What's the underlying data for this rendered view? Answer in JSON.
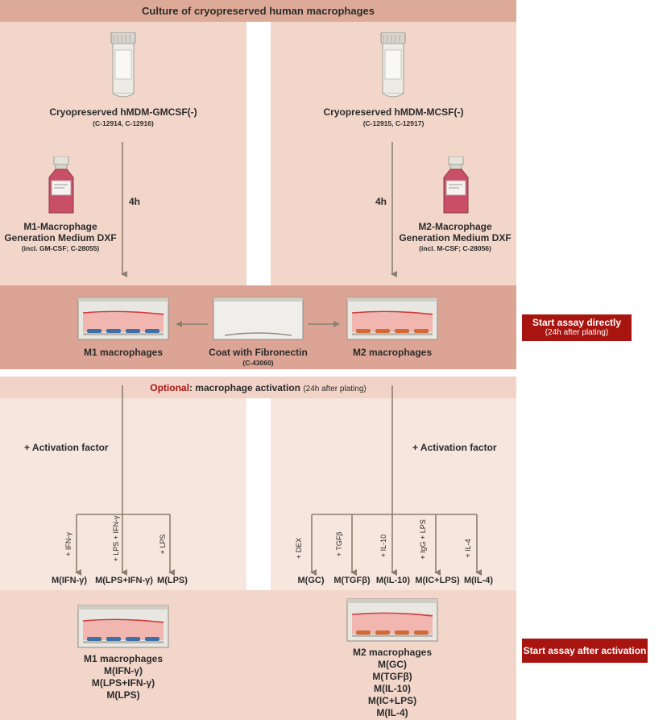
{
  "title": "Culture of cryopreserved human macrophages",
  "left_product": {
    "name": "Cryopreserved hMDM-GMCSF(-)",
    "code": "(C-12914, C-12916)"
  },
  "right_product": {
    "name": "Cryopreserved hMDM-MCSF(-)",
    "code": "(C-12915, C-12917)"
  },
  "time_label_left": "4h",
  "time_label_right": "4h",
  "m1_medium": {
    "line1": "M1-Macrophage",
    "line2": "Generation Medium DXF",
    "line3": "(incl. GM-CSF; C-28055)"
  },
  "m2_medium": {
    "line1": "M2-Macrophage",
    "line2": "Generation Medium DXF",
    "line3": "(incl. M-CSF; C-28056)"
  },
  "m1_label": "M1 macrophages",
  "coat_label": "Coat with Fibronectin",
  "coat_code": "(C-43060)",
  "m2_label": "M2 macrophages",
  "start_direct": {
    "line1": "Start assay directly",
    "line2": "(24h after plating)"
  },
  "optional": {
    "prefix": "Optional",
    "text": ": macrophage activation",
    "note": "(24h after plating)"
  },
  "activation_left": "+  Activation factor",
  "activation_right": "+  Activation factor",
  "left_factors": [
    "+ IFN-γ",
    "+ LPS + IFN-γ",
    "+ LPS"
  ],
  "left_results": [
    "M(IFN-γ)",
    "M(LPS+IFN-γ)",
    "M(LPS)"
  ],
  "right_factors": [
    "+ DEX",
    "+ TGFβ",
    "+ IL-10",
    "+ IgG + LPS",
    "+ IL-4"
  ],
  "right_results": [
    "M(GC)",
    "M(TGFβ)",
    "M(IL-10)",
    "M(IC+LPS)",
    "M(IL-4)"
  ],
  "bottom_left_list": [
    "M1 macrophages",
    "M(IFN-γ)",
    "M(LPS+IFN-γ)",
    "M(LPS)"
  ],
  "bottom_right_list": [
    "M2 macrophages",
    "M(GC)",
    "M(TGFβ)",
    "M(IL-10)",
    "M(IC+LPS)",
    "M(IL-4)"
  ],
  "start_after": "Start assay after activation",
  "colors": {
    "header_band": "#deaa98",
    "panel": "#f2d6ca",
    "dish_band": "#dba494",
    "light_band": "#f5e4dc",
    "optional_band": "#f1d3c7",
    "red": "#a8140f",
    "arrow": "#8a7f70",
    "m1_cells": "#3e6fa5",
    "m2_cells": "#d36a35"
  }
}
